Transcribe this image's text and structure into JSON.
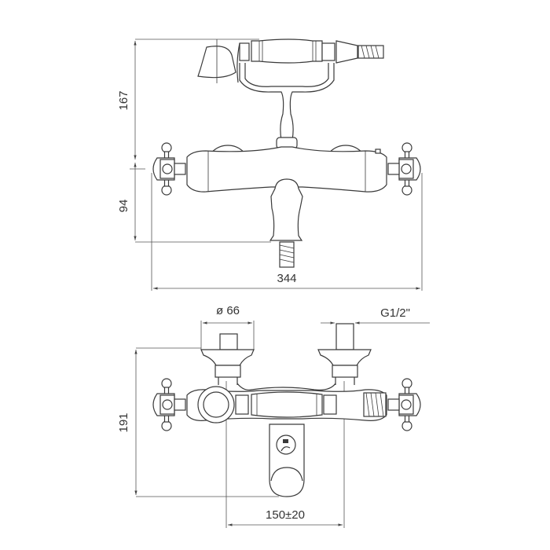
{
  "title": "Thermostatic bath mixer technical drawing",
  "front_view": {
    "dim_height_top": "167",
    "dim_height_bottom": "94",
    "dim_width": "344"
  },
  "top_view": {
    "dim_flange_diameter": "ø 66",
    "dim_thread": "G1/2\"",
    "dim_depth": "191",
    "dim_centers": "150±20"
  },
  "colors": {
    "line": "#3a3a3a",
    "background": "#ffffff"
  }
}
